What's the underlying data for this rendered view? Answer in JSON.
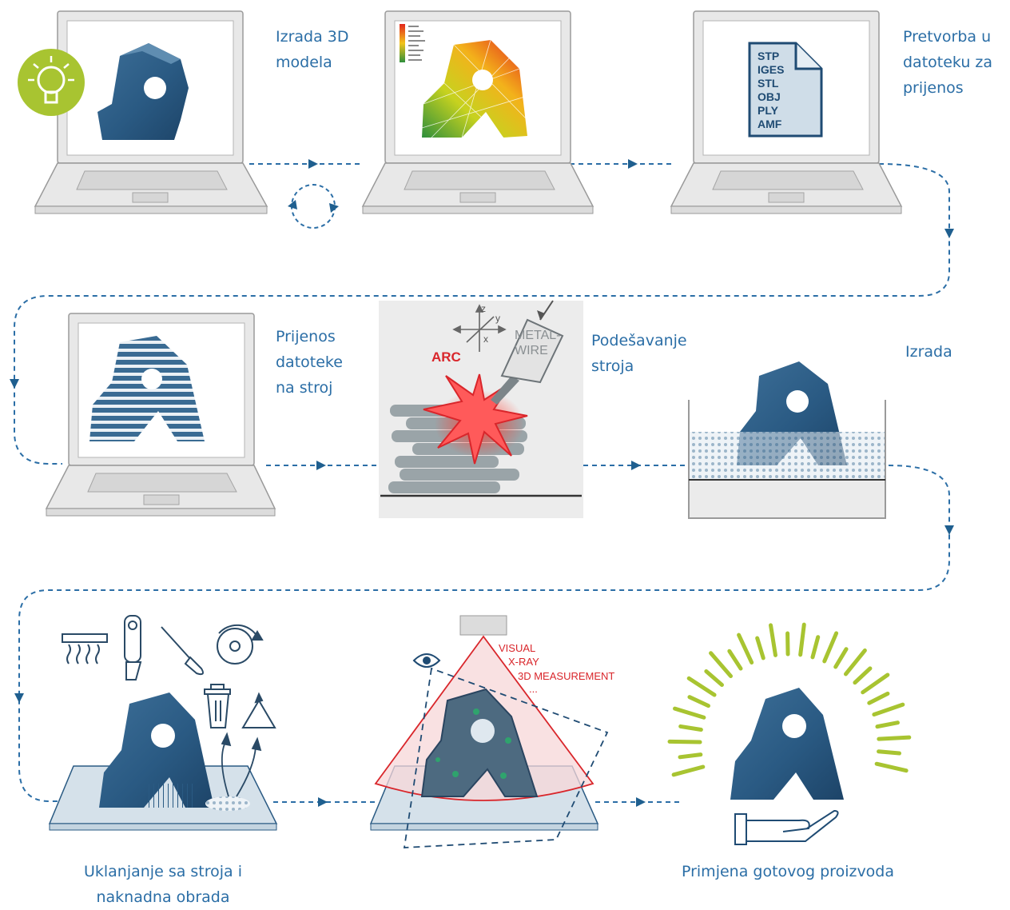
{
  "steps": {
    "s1": {
      "label": "Izrada 3D\nmodela"
    },
    "s2": {
      "label": "Pretvorba u\ndatoteku za\nprijenos"
    },
    "s3": {
      "label": "Prijenos\ndatoteke\nna stroj"
    },
    "s4": {
      "label": "Podešavanje\nstroja"
    },
    "s5": {
      "label": "Izrada"
    },
    "s6": {
      "label": "Uklanjanje sa stroja i\nnaknadna obrada"
    },
    "s7": {
      "label": "Primjena gotovog proizvoda"
    }
  },
  "file_formats": [
    "STP",
    "IGES",
    "STL",
    "OBJ",
    "PLY",
    "AMF"
  ],
  "machine": {
    "arc": "ARC",
    "wire_line1": "METAL-",
    "wire_line2": "WIRE",
    "axis_x": "x",
    "axis_y": "y",
    "axis_z": "z"
  },
  "inspection": [
    "VISUAL",
    "X-RAY",
    "3D MEASUREMENT",
    "..."
  ],
  "colors": {
    "flow": "#2b6ea6",
    "part": "#2f5f86",
    "accent_green": "#a8c431",
    "red": "#d9262b",
    "laptop": "#e8e8e8"
  }
}
